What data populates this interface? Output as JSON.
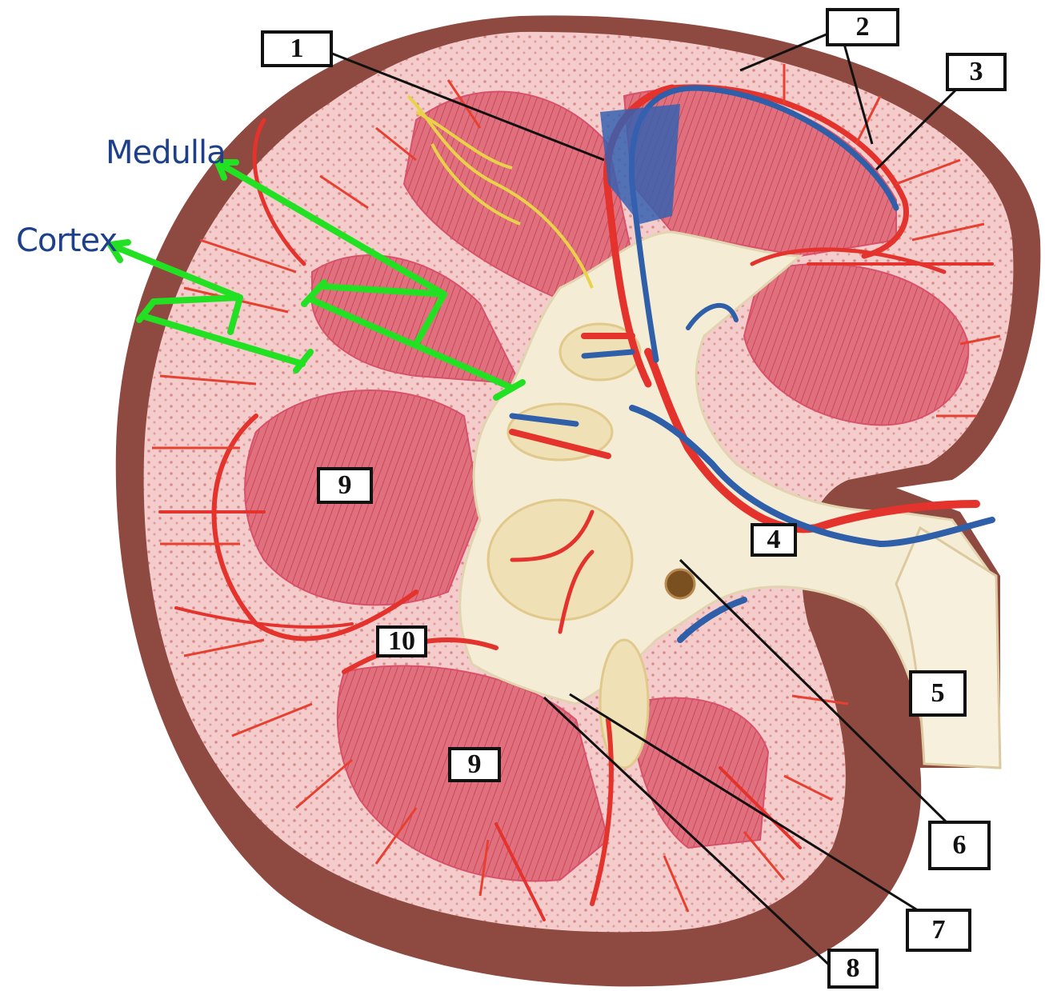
{
  "colors": {
    "capsule": "#8e4a40",
    "cortex": "#f2c4c4",
    "medulla_pyramid": "#e06a7a",
    "artery": "#e4322c",
    "vein": "#2f5fa8",
    "pelvis": "#f5ecd6",
    "annotation_green": "#22e022",
    "annotation_text": "#1e3f8a",
    "leader_line": "#111111"
  },
  "annotations": {
    "medulla": "Medulla",
    "cortex": "Cortex"
  },
  "labels": [
    "1",
    "2",
    "3",
    "4",
    "5",
    "6",
    "7",
    "8",
    "9",
    "9",
    "10"
  ]
}
